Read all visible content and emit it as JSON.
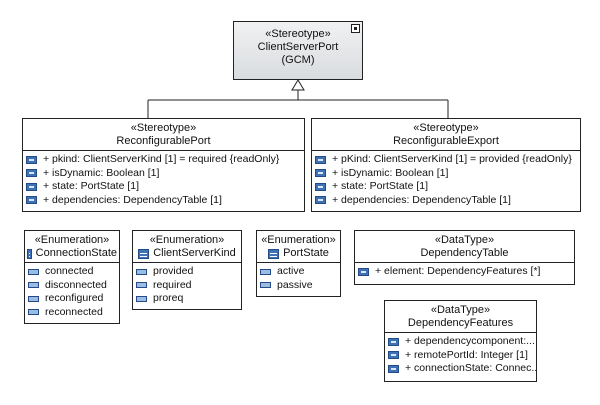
{
  "stereotype_box": {
    "stereotype": "«Stereotype»",
    "name_line1": "ClientServerPort",
    "name_line2": "(GCM)"
  },
  "reconfigurable_port": {
    "stereotype": "«Stereotype»",
    "name": "ReconfigurablePort",
    "attributes": [
      "+ pkind: ClientServerKind [1] = required {readOnly}",
      "+ isDynamic: Boolean [1]",
      "+ state: PortState [1]",
      "+ dependencies: DependencyTable [1]"
    ]
  },
  "reconfigurable_export": {
    "stereotype": "«Stereotype»",
    "name": "ReconfigurableExport",
    "attributes": [
      "+ pKind: ClientServerKind [1] = provided {readOnly}",
      "+ isDynamic: Boolean [1]",
      "+ state: PortState [1]",
      "+ dependencies: DependencyTable [1]"
    ]
  },
  "connection_state": {
    "stereotype": "«Enumeration»",
    "name": "ConnectionState",
    "literals": [
      "connected",
      "disconnected",
      "reconfigured",
      "reconnected"
    ]
  },
  "client_server_kind": {
    "stereotype": "«Enumeration»",
    "name": "ClientServerKind",
    "literals": [
      "provided",
      "required",
      "proreq"
    ]
  },
  "port_state": {
    "stereotype": "«Enumeration»",
    "name": "PortState",
    "literals": [
      "active",
      "passive"
    ]
  },
  "dependency_table": {
    "stereotype": "«DataType»",
    "name": "DependencyTable",
    "attributes": [
      "+ element: DependencyFeatures [*]"
    ]
  },
  "dependency_features": {
    "stereotype": "«DataType»",
    "name": "DependencyFeatures",
    "attributes": [
      "+ dependencycomponent:...",
      "+ remotePortId: Integer [1]",
      "+ connectionState: Connec..."
    ]
  }
}
